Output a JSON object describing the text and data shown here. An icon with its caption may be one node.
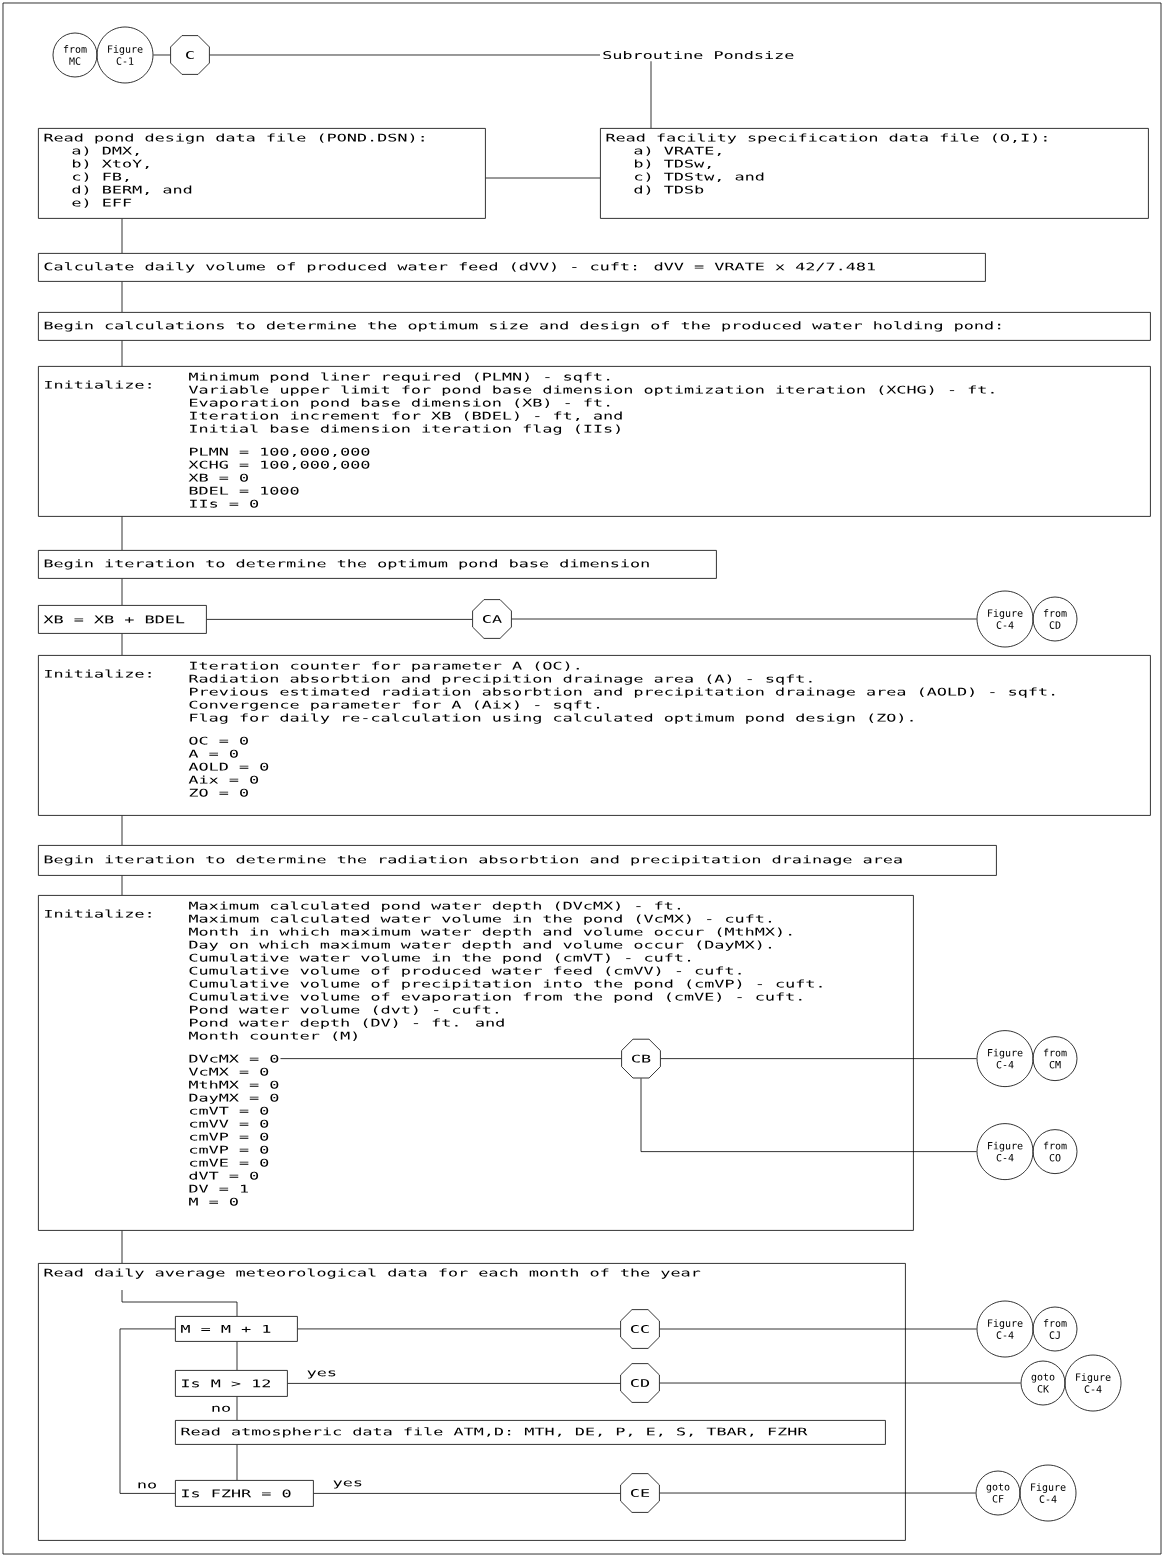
{
  "diagram": {
    "nodes": [
      {
        "text": [
          "from MC"
        ]
      },
      {
        "text": [
          "Figure C-1"
        ]
      },
      {
        "text": [
          "C"
        ]
      },
      {
        "text": [
          "Subroutine Pondsize"
        ]
      },
      {
        "text": [
          "Read pond design data file (POND.DSN):",
          "a) DMX,",
          "b) XtoY,",
          "c) FB,",
          "d) BERM, and",
          "e) EFF"
        ]
      },
      {
        "text": [
          "Read facility specification data file (O,I):",
          "a) VRATE,",
          "b) TDSw,",
          "c) TDStw, and",
          "d) TDSb"
        ]
      },
      {
        "text": [
          "Calculate daily volume of produced water feed (dVV) - cuft: dVV = VRATE x 42/7.481"
        ]
      },
      {
        "text": [
          "Begin calculations to determine the optimum size and design of the produced water holding pond:"
        ]
      },
      {
        "text": [
          "Initialize:",
          "Minimum pond liner required (PLMN) - sqft.",
          "Variable upper limit for pond base dimension optimization iteration (XCHG) - ft.",
          "Evaporation pond base dimension (XB) - ft.",
          "Iteration increment for XB (BDEL) - ft, and",
          "Initial base dimension iteration flag (IIs)",
          "PLMN = 100,000,000",
          "XCHG = 100,000,000",
          "XB = 0",
          "BDEL = 1000",
          "IIs = 0"
        ]
      },
      {
        "text": [
          "Begin iteration to determine the optimum pond base dimension"
        ]
      },
      {
        "text": [
          "XB = XB + BDEL"
        ]
      },
      {
        "text": [
          "CA"
        ]
      },
      {
        "text": [
          "Figure C-4"
        ]
      },
      {
        "text": [
          "from CD"
        ]
      },
      {
        "text": [
          "Initialize:",
          "Iteration counter for parameter A (OC).",
          "Radiation absorbtion and precipition drainage area (A) - sqft.",
          "Previous estimated radiation absorbtion and precipitation drainage area (AOLD) - sqft.",
          "Convergence parameter for A (Aix) - sqft.",
          "Flag for daily re-calculation using calculated optimum pond design (ZO).",
          "OC = 0",
          "A = 0",
          "AOLD = 0",
          "Aix = 0",
          "ZO = 0"
        ]
      },
      {
        "text": [
          "Begin iteration to determine the radiation absorbtion and precipitation drainage area"
        ]
      },
      {
        "text": [
          "Initialize:",
          "Maximum calculated pond water depth (DVcMX) - ft.",
          "Maximum calculated water volume in the pond (VcMX) - cuft.",
          "Month in which maximum water depth and volume occur (MthMX).",
          "Day on which maximum water depth and volume occur (DayMX).",
          "Cumulative water volume in the pond (cmVT) - cuft.",
          "Cumulative volume of produced water feed (cmVV) - cuft.",
          "Cumulative volume of precipitation into the pond (cmVP) - cuft.",
          "Cumulative volume of evaporation from the pond (cmVE) - cuft.",
          "Pond water volume (dvt) - cuft.",
          "Pond water depth (DV) - ft. and",
          "Month counter (M)",
          "DVcMX = 0",
          "VcMX = 0",
          "MthMX = 0",
          "DayMX = 0",
          "cmVT = 0",
          "cmVV = 0",
          "cmVP = 0",
          "cmVP = 0",
          "cmVE = 0",
          "dVT = 0",
          "DV = 1",
          "M = 0"
        ]
      },
      {
        "text": [
          "CB"
        ],
        "in": 16
      },
      {
        "text": [
          "Figure C-4"
        ]
      },
      {
        "text": [
          "from CM"
        ]
      },
      {
        "text": [
          "Figure C-4"
        ]
      },
      {
        "text": [
          "from CO"
        ]
      },
      {
        "text": [
          "Read daily average meteorological data for each month of the year"
        ]
      },
      {
        "text": [
          "M = M + 1"
        ],
        "in": 22
      },
      {
        "text": [
          "Is M > 12"
        ],
        "in": 22
      },
      {
        "text": [
          "Read atmospheric data file ATM,D: MTH, DE, P, E, S, TBAR, FZHR"
        ],
        "in": 22
      },
      {
        "text": [
          "Is FZHR = 0"
        ],
        "in": 22
      },
      {
        "text": [
          "CC"
        ],
        "in": 22
      },
      {
        "text": [
          "Figure C-4"
        ]
      },
      {
        "text": [
          "from CJ"
        ]
      },
      {
        "text": [
          "CD"
        ],
        "in": 22
      },
      {
        "text": [
          "goto CK"
        ]
      },
      {
        "text": [
          "Figure C-4"
        ]
      },
      {
        "text": [
          "CE"
        ],
        "in": 22
      },
      {
        "text": [
          "goto CF"
        ]
      },
      {
        "text": [
          "Figure C-4"
        ]
      }
    ],
    "edges": [
      {
        "from": 1,
        "to": 2,
        "arrow": "none"
      },
      {
        "from": 2,
        "to": 3,
        "arrow": "none"
      },
      {
        "from": 3,
        "to": 5,
        "arrow": "none"
      },
      {
        "from": 4,
        "to": 5,
        "arrow": "none"
      },
      {
        "from": 4,
        "to": 6,
        "arrow": "none"
      },
      {
        "from": 6,
        "to": 7,
        "arrow": "none"
      },
      {
        "from": 7,
        "to": 8,
        "arrow": "none"
      },
      {
        "from": 8,
        "to": 9,
        "arrow": "none"
      },
      {
        "from": 9,
        "to": 10,
        "arrow": "none"
      },
      {
        "from": 10,
        "to": 11,
        "arrow": "none"
      },
      {
        "from": 11,
        "to": 12,
        "arrow": "none"
      },
      {
        "from": 10,
        "to": 14,
        "arrow": "none"
      },
      {
        "from": 14,
        "to": 15,
        "arrow": "none"
      },
      {
        "from": 15,
        "to": 16,
        "arrow": "none"
      },
      {
        "from": null,
        "to": 17,
        "arrow": "none"
      },
      {
        "from": 17,
        "to": 18,
        "arrow": "none"
      },
      {
        "from": 17,
        "to": 20,
        "arrow": "none"
      },
      {
        "from": 16,
        "to": 22,
        "arrow": "none"
      },
      {
        "from": 22,
        "to": 23,
        "arrow": "none"
      },
      {
        "from": 23,
        "to": 27,
        "arrow": "none"
      },
      {
        "from": 27,
        "to": 28,
        "arrow": "none"
      },
      {
        "from": 23,
        "to": 24,
        "arrow": "none"
      },
      {
        "from": 24,
        "to": 30,
        "arrow": "none",
        "label": "yes"
      },
      {
        "from": 30,
        "to": 31,
        "arrow": "none"
      },
      {
        "from": 24,
        "to": 25,
        "arrow": "none",
        "label": "no"
      },
      {
        "from": 25,
        "to": 26,
        "arrow": "none"
      },
      {
        "from": 26,
        "to": 23,
        "arrow": "none",
        "label": "no"
      },
      {
        "from": 26,
        "to": 33,
        "arrow": "none",
        "label": "yes"
      },
      {
        "from": 33,
        "to": 34,
        "arrow": "none"
      }
    ]
  }
}
